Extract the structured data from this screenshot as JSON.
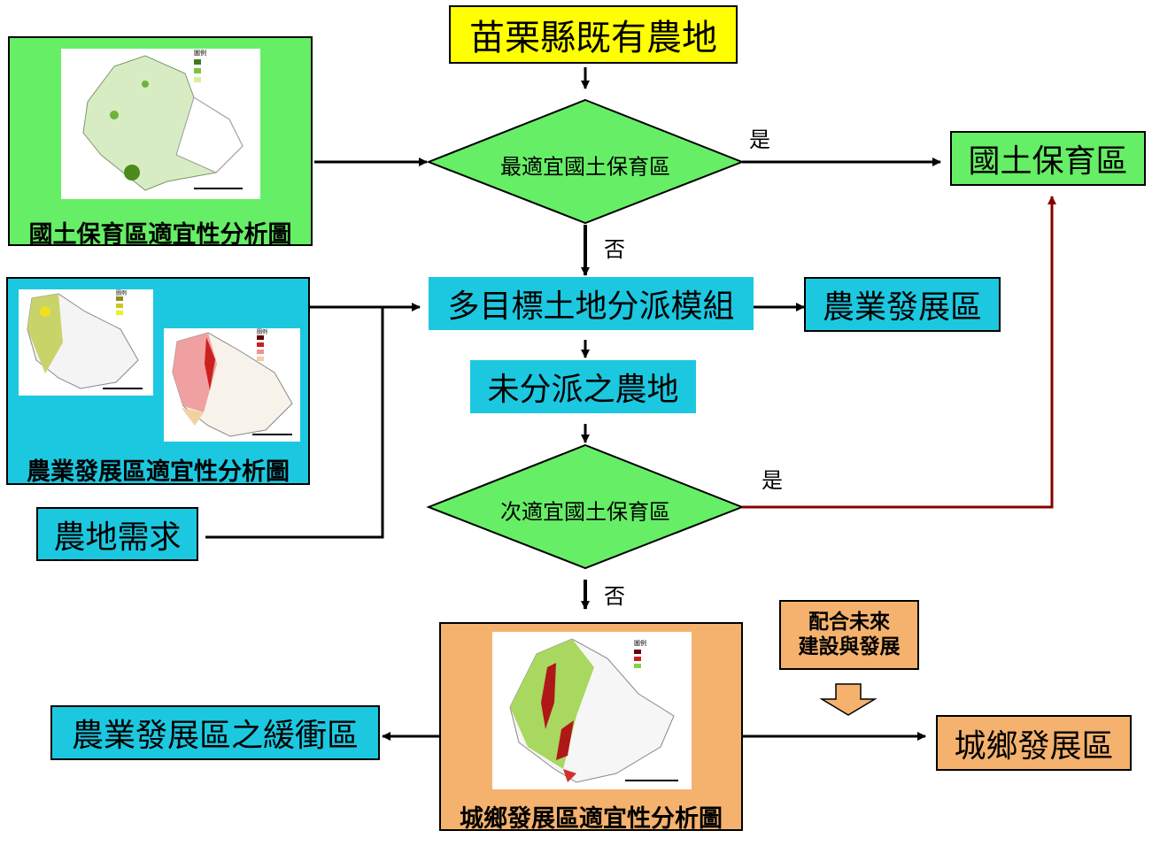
{
  "nodes": {
    "start": "苗栗縣既有農地",
    "decision1": "最適宜國土保育區",
    "conservation": "國土保育區",
    "module": "多目標土地分派模組",
    "agri_zone": "農業發展區",
    "unassigned": "未分派之農地",
    "decision2": "次適宜國土保育區",
    "farm_demand": "農地需求",
    "buffer": "農業發展區之緩衝區",
    "urban": "城鄉發展區",
    "future_note": [
      "配合未來",
      "建設與發展"
    ]
  },
  "edge_labels": {
    "d1_yes": "是",
    "d1_no": "否",
    "d2_yes": "是",
    "d2_no": "否"
  },
  "panels": {
    "conservation_map": {
      "caption": "國土保育區適宜性分析圖",
      "legend_title": "圖例"
    },
    "agri_map": {
      "caption": "農業發展區適宜性分析圖",
      "legend_title": "圖例"
    },
    "urban_map": {
      "caption": "城鄉發展區適宜性分析圖",
      "legend_title": "圖例"
    }
  },
  "colors": {
    "yellow": "#ffff00",
    "green": "#66ee66",
    "cyan": "#1cc8e0",
    "orange": "#f4b26e",
    "arrow_dark": "#000000",
    "arrow_red": "#880000"
  }
}
